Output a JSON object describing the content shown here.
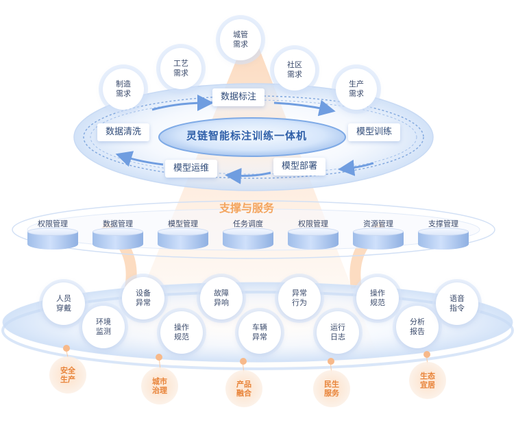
{
  "demands": [
    {
      "id": "city",
      "label": "城管\n需求"
    },
    {
      "id": "craft",
      "label": "工艺\n需求"
    },
    {
      "id": "community",
      "label": "社区\n需求"
    },
    {
      "id": "manufacture",
      "label": "制造\n需求"
    },
    {
      "id": "production",
      "label": "生产\n需求"
    }
  ],
  "core": {
    "title": "灵链智能标注训练一体机",
    "steps": {
      "annotate": "数据标注",
      "clean": "数据清洗",
      "train": "模型训练",
      "ops": "模型运维",
      "deploy": "模型部署"
    }
  },
  "support": {
    "title": "支撑与服务",
    "items": [
      "权限管理",
      "数据管理",
      "模型管理",
      "任务调度",
      "权限管理",
      "资源管理",
      "支撑管理"
    ]
  },
  "applications": [
    {
      "id": "wear",
      "label": "人员\n穿戴"
    },
    {
      "id": "device",
      "label": "设备\n异常"
    },
    {
      "id": "env",
      "label": "环境\n监测"
    },
    {
      "id": "op1",
      "label": "操作\n规范"
    },
    {
      "id": "fault",
      "label": "故障\n异响"
    },
    {
      "id": "vehicle",
      "label": "车辆\n异常"
    },
    {
      "id": "behavior",
      "label": "异常\n行为"
    },
    {
      "id": "log",
      "label": "运行\n日志"
    },
    {
      "id": "op2",
      "label": "操作\n规范"
    },
    {
      "id": "report",
      "label": "分析\n报告"
    },
    {
      "id": "voice",
      "label": "语音\n指令"
    }
  ],
  "domains": [
    {
      "id": "safety",
      "label": "安全\n生产"
    },
    {
      "id": "urban",
      "label": "城市\n治理"
    },
    {
      "id": "product",
      "label": "产品\n融合"
    },
    {
      "id": "livelihood",
      "label": "民生\n服务"
    },
    {
      "id": "eco",
      "label": "生态\n宜居"
    }
  ],
  "colors": {
    "accent": "#2f5fa8",
    "orange": "#e8843a",
    "ring": "#b9cff0"
  }
}
